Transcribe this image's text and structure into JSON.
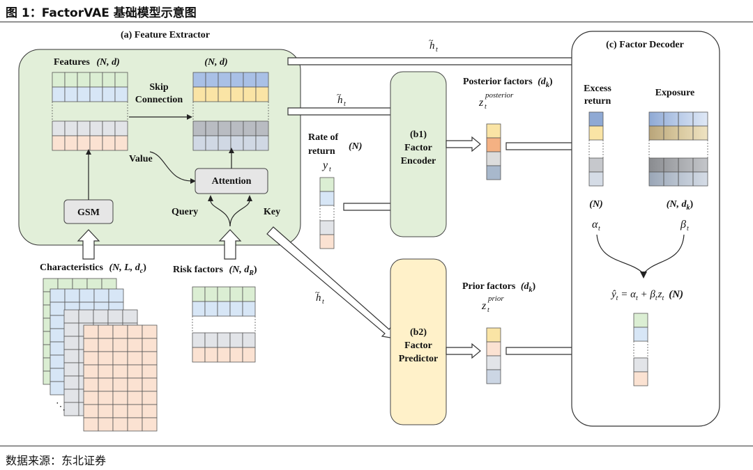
{
  "figure_title": "图 1：FactorVAE 基础模型示意图",
  "source": "数据来源：东北证券",
  "feature_extractor": {
    "title": "(a) Feature Extractor",
    "features_label": "Features",
    "features_dims": "(N, d)",
    "output_dims": "(N, d)",
    "skip_connection": [
      "Skip",
      "Connection"
    ],
    "value_label": "Value",
    "attention_label": "Attention",
    "gsm_label": "GSM",
    "query_label": "Query",
    "key_label": "Key"
  },
  "inputs": {
    "characteristics_label": "Characteristics",
    "characteristics_dims": "(N, L, d",
    "characteristics_sub": "c",
    "ellipsis": "⋱",
    "risk_factors_label": "Risk factors",
    "risk_factors_dims": "(N, d",
    "risk_factors_sub": "R"
  },
  "h_tilde": {
    "symbol": "h",
    "sub": "t"
  },
  "rate_of_return": {
    "label": [
      "Rate of",
      "return"
    ],
    "dims": "(N)",
    "symbol": "y",
    "sub": "t"
  },
  "encoder": {
    "label": [
      "(b1)",
      "Factor",
      "Encoder"
    ]
  },
  "predictor": {
    "label": [
      "(b2)",
      "Factor",
      "Predictor"
    ]
  },
  "posterior": {
    "label": "Posterior factors",
    "dims": "(d",
    "dims_sub": "k",
    "symbol": "z",
    "sub": "t",
    "sup": "posterior"
  },
  "prior": {
    "label": "Prior factors",
    "dims": "(d",
    "dims_sub": "k",
    "symbol": "z",
    "sub": "t",
    "sup": "prior"
  },
  "decoder": {
    "title": "(c) Factor Decoder",
    "excess_return": [
      "Excess",
      "return"
    ],
    "exposure": "Exposure",
    "alpha_dims": "(N)",
    "beta_dims": "(N, d",
    "beta_dims_sub": "k",
    "alpha": "α",
    "beta": "β",
    "sub": "t",
    "equation": "ŷ",
    "equation_rest": " = α",
    "equation_rest2": " + β",
    "equation_rest3": "z",
    "equation_dims": "(N)"
  },
  "colors": {
    "green_fill": "#e2efd9",
    "yellow_fill": "#fff1c9",
    "cell_green": "#dbeed3",
    "cell_blue": "#d7e6f6",
    "cell_gray": "#e2e4e8",
    "cell_peach": "#fbe2d2",
    "cell_orange": "#f4b183",
    "cell_slate": "#a8b8cc",
    "cell_dark_blue": "#a9c0e6",
    "cell_tan": "#fae4a5",
    "gray_box": "#e6e6e6"
  }
}
